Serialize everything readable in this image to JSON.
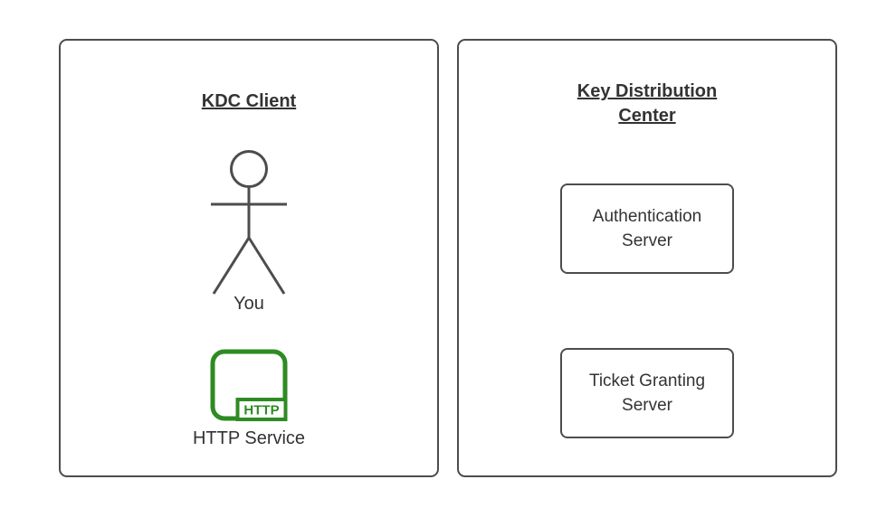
{
  "colors": {
    "background": "#ffffff",
    "stroke": "#4d4d4d",
    "text": "#333333",
    "accent_green": "#2e8b22"
  },
  "left_panel": {
    "title": "KDC Client",
    "actor_label": "You",
    "service_badge": "HTTP",
    "service_label": "HTTP Service"
  },
  "right_panel": {
    "title": "Key Distribution Center",
    "nodes": [
      {
        "label": "Authentication Server"
      },
      {
        "label": "Ticket Granting Server"
      }
    ]
  }
}
